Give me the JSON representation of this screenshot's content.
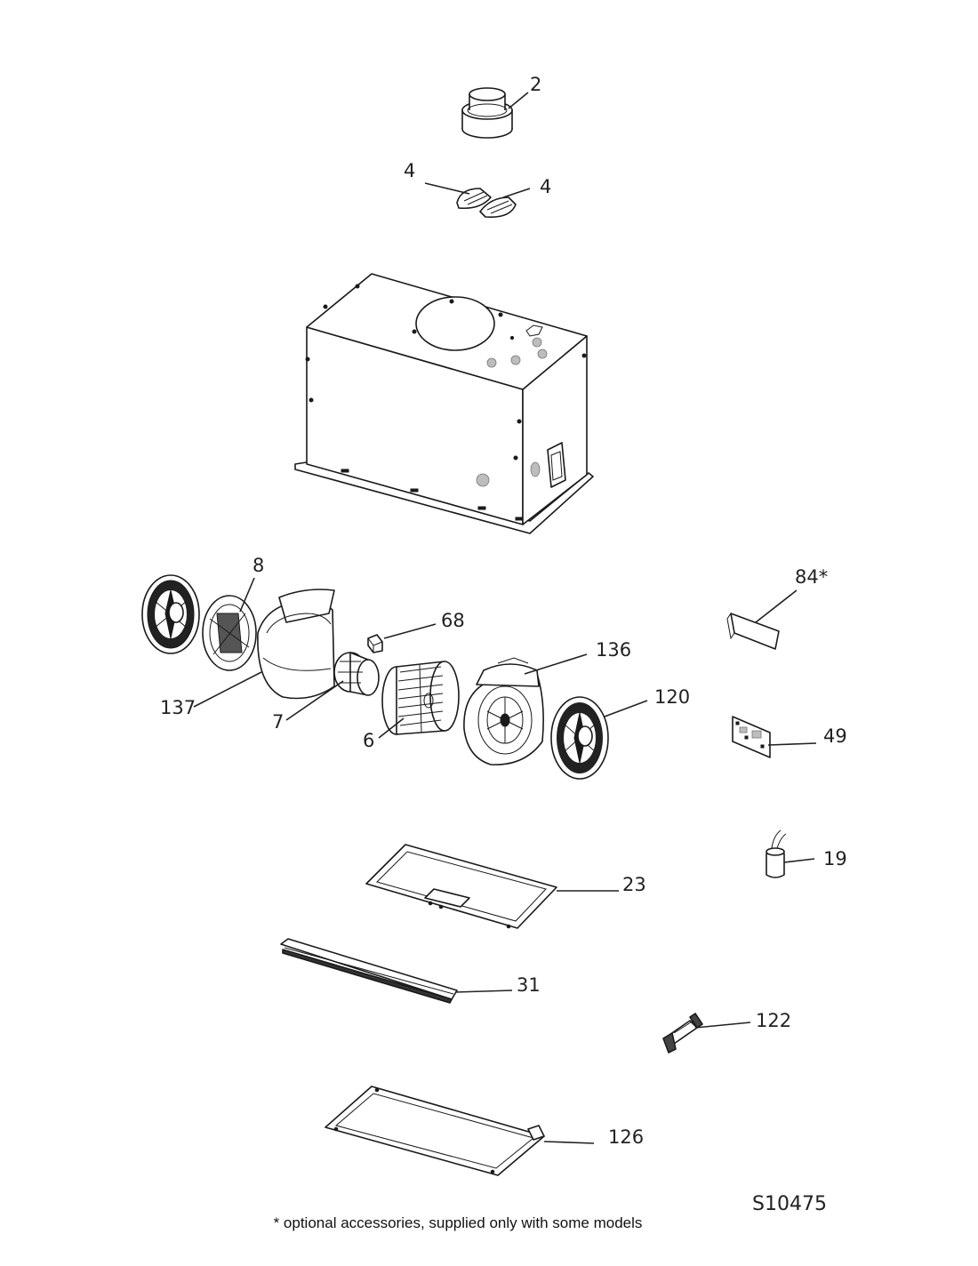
{
  "labels": {
    "l2": "2",
    "l4a": "4",
    "l4b": "4",
    "l8": "8",
    "l68": "68",
    "l84": "84*",
    "l136": "136",
    "l137": "137",
    "l7": "7",
    "l6": "6",
    "l120": "120",
    "l49": "49",
    "l19": "19",
    "l23": "23",
    "l31": "31",
    "l122": "122",
    "l126": "126"
  },
  "drawing_code": "S10475",
  "footnote": "* optional accessories, supplied only with some models"
}
